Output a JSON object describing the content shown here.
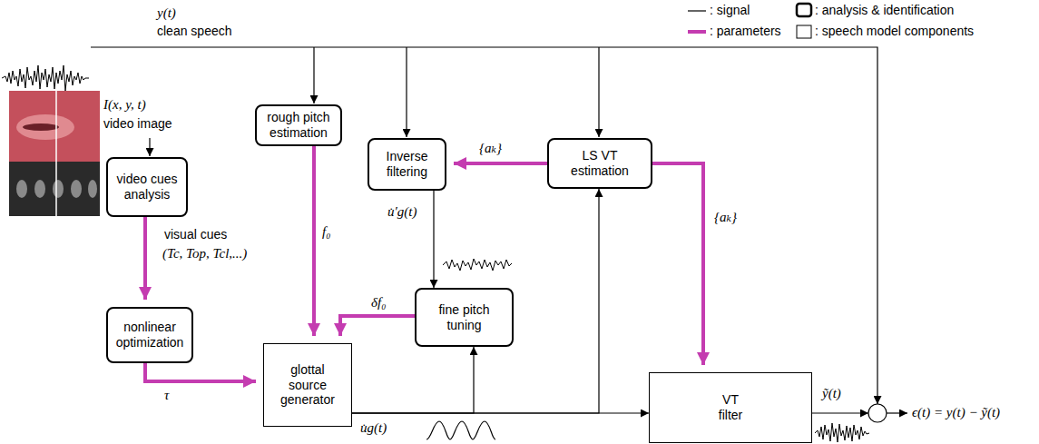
{
  "diagram": {
    "nodes": [
      {
        "text": [
          "rough pitch estimation"
        ]
      },
      {
        "text": [
          "Inverse filtering"
        ]
      },
      {
        "text": [
          "LS VT estimation"
        ]
      },
      {
        "text": [
          "video cues analysis"
        ]
      },
      {
        "text": [
          "fine pitch tuning"
        ]
      },
      {
        "text": [
          "nonlinear optimization"
        ]
      },
      {
        "text": [
          "glottal source generator"
        ]
      },
      {
        "text": [
          "VT filter"
        ]
      }
    ],
    "edges": [
      {
        "from": 3,
        "to": 5,
        "arrow": "to",
        "label": "visual cues"
      },
      {
        "from": 5,
        "to": 6,
        "arrow": "to",
        "label": "τ"
      },
      {
        "from": 0,
        "to": 6,
        "arrow": "to",
        "label": "f₀"
      },
      {
        "from": 2,
        "to": 1,
        "arrow": "to",
        "label": "{aₖ}"
      },
      {
        "from": 1,
        "to": 4,
        "arrow": "to",
        "label": "u̇′g(t)"
      },
      {
        "from": 4,
        "to": 6,
        "arrow": "to",
        "label": "δf₀"
      },
      {
        "from": 2,
        "to": 7,
        "arrow": "to",
        "label": "{aₖ}"
      },
      {
        "from": 6,
        "to": 7,
        "arrow": "to",
        "label": "u̇g(t)"
      },
      {
        "from": 6,
        "to": 4,
        "arrow": "to"
      },
      {
        "from": 6,
        "to": 2,
        "arrow": "to"
      }
    ],
    "labels": [
      "y(t)",
      "clean speech",
      "I(x, y, t)",
      "video image",
      "(Tc, Top, Tcl,...)",
      "ỹ(t)",
      "ϵ(t) = y(t) − ỹ(t)"
    ],
    "legend": [
      {
        "text": ": signal"
      },
      {
        "text": ": analysis & identification"
      },
      {
        "text": ": parameters"
      },
      {
        "text": ": speech model components"
      }
    ]
  }
}
